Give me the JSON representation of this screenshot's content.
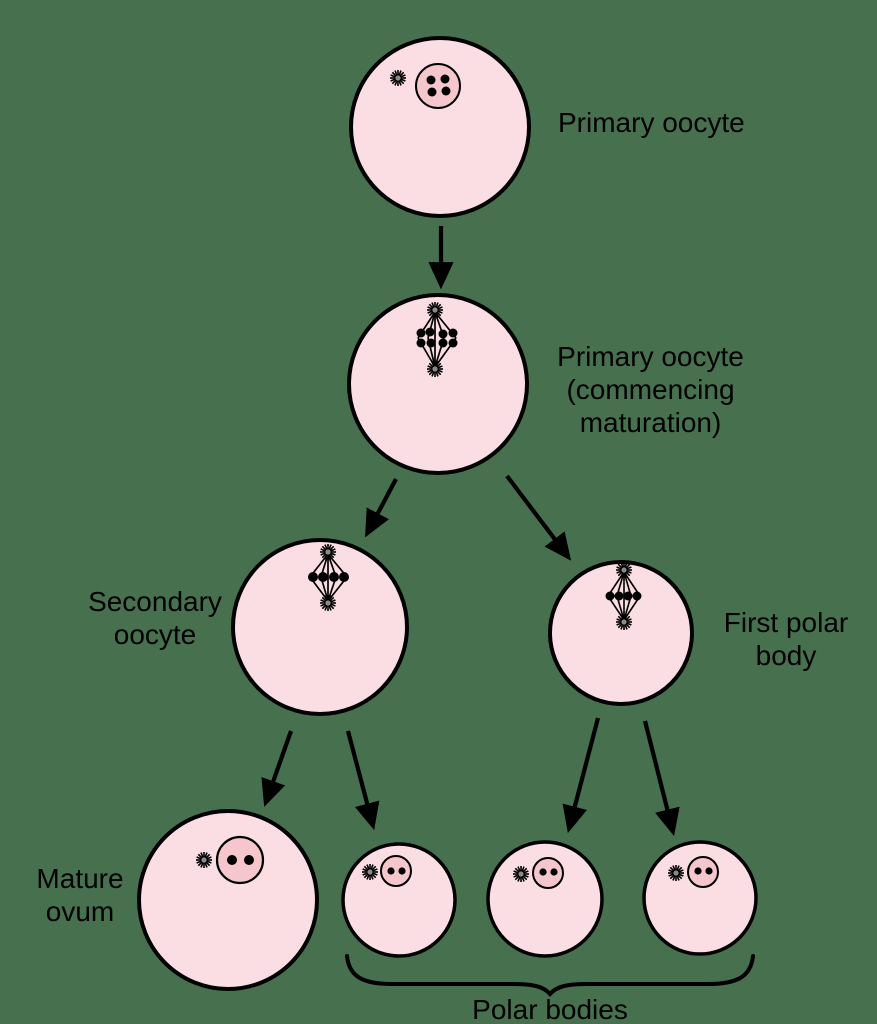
{
  "title": "Oogenesis diagram",
  "colors": {
    "background": "#47704E",
    "cell_fill": "#fbdee3",
    "nucleus_fill": "#f6c6cd",
    "outline": "#000000",
    "aster_center": "#8a8a8a"
  },
  "labels": {
    "primary_oocyte": "Primary oocyte",
    "primary_oocyte_maturing": "Primary oocyte\n(commencing\nmaturation)",
    "secondary_oocyte": "Secondary\noocyte",
    "first_polar_body": "First polar\nbody",
    "mature_ovum": "Mature\novum",
    "polar_bodies": "Polar bodies"
  },
  "cells": [
    {
      "name": "primary-oocyte",
      "label": "Primary oocyte",
      "contents": "nucleus with 4 chromosome dots and one aster"
    },
    {
      "name": "primary-oocyte-maturing",
      "label": "Primary oocyte (commencing maturation)",
      "contents": "meiotic spindle with 8 chromosome dots between two asters"
    },
    {
      "name": "secondary-oocyte",
      "label": "Secondary oocyte",
      "contents": "meiotic spindle with 4 chromosome dots between two asters"
    },
    {
      "name": "first-polar-body",
      "label": "First polar body",
      "contents": "meiotic spindle with 4 chromosome dots between two asters"
    },
    {
      "name": "mature-ovum",
      "label": "Mature ovum",
      "contents": "nucleus with 2 chromosome dots and one aster"
    },
    {
      "name": "polar-body-1",
      "label": "Polar body",
      "contents": "nucleus with 2 chromosome dots and one aster"
    },
    {
      "name": "polar-body-2",
      "label": "Polar body",
      "contents": "nucleus with 2 chromosome dots and one aster"
    },
    {
      "name": "polar-body-3",
      "label": "Polar body",
      "contents": "nucleus with 2 chromosome dots and one aster"
    }
  ]
}
